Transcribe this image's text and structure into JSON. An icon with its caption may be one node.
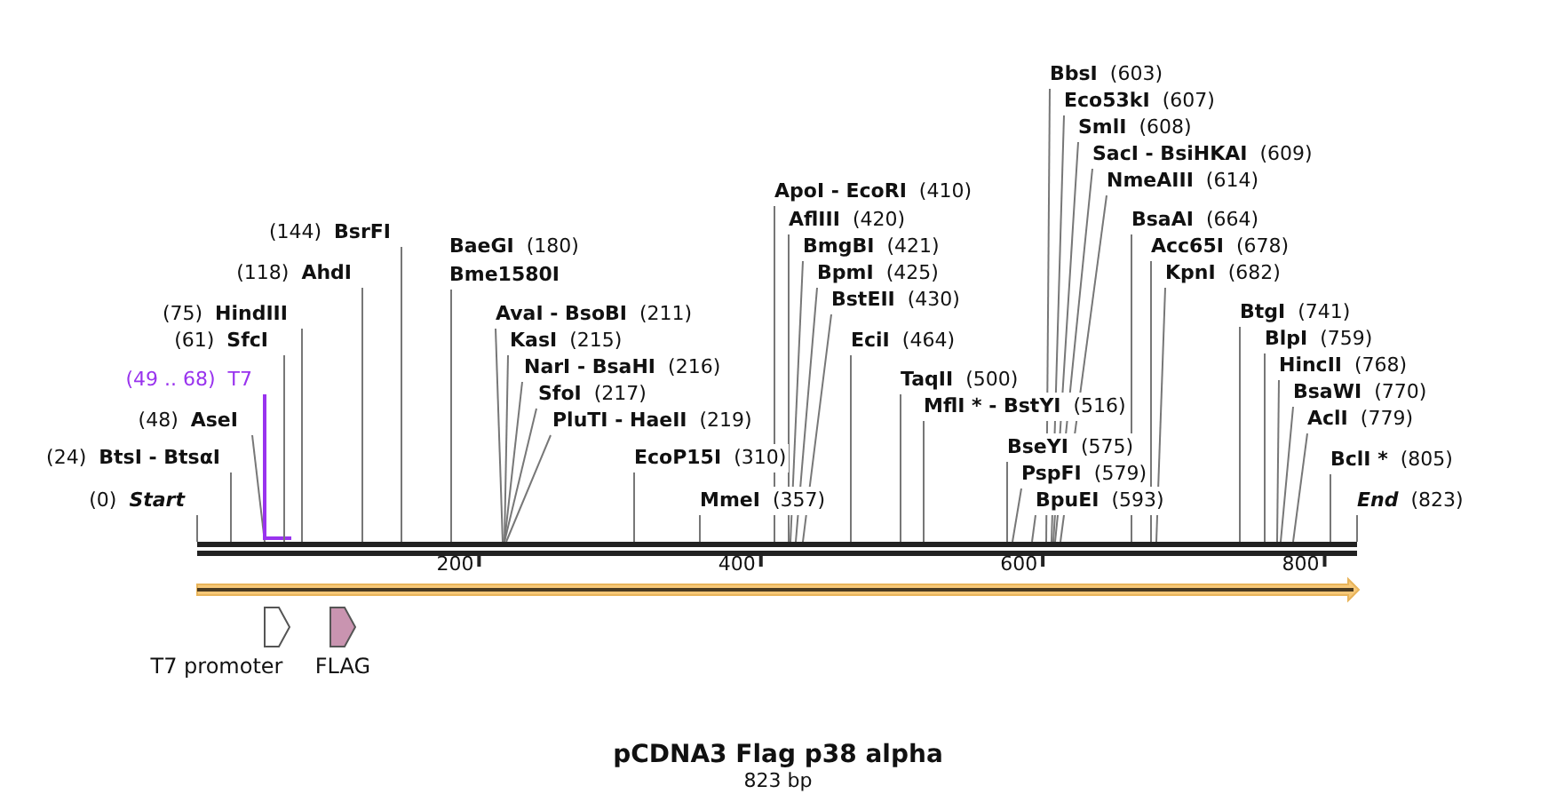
{
  "diagram": {
    "title": "pCDNA3 Flag p38 alpha",
    "caption": "823 bp",
    "nodes": [
      {
        "text": [
          "(0)",
          "Start"
        ]
      },
      {
        "text": [
          "(24)",
          "BtsI - BtsαI"
        ]
      },
      {
        "text": [
          "(48)",
          "AseI"
        ]
      },
      {
        "text": [
          "(49 .. 68)",
          "T7"
        ]
      },
      {
        "text": [
          "(61)",
          "SfcI"
        ]
      },
      {
        "text": [
          "(75)",
          "HindIII"
        ]
      },
      {
        "text": [
          "(118)",
          "AhdI"
        ]
      },
      {
        "text": [
          "(144)",
          "BsrFI"
        ]
      },
      {
        "text": [
          "BaeGI",
          "(180)",
          "Bme1580I"
        ]
      },
      {
        "text": [
          "AvaI - BsoBI",
          "(211)"
        ]
      },
      {
        "text": [
          "KasI",
          "(215)"
        ]
      },
      {
        "text": [
          "NarI - BsaHI",
          "(216)"
        ]
      },
      {
        "text": [
          "SfoI",
          "(217)"
        ]
      },
      {
        "text": [
          "PluTI - HaeII",
          "(219)"
        ]
      },
      {
        "text": [
          "EcoP15I",
          "(310)"
        ]
      },
      {
        "text": [
          "MmeI",
          "(357)"
        ]
      },
      {
        "text": [
          "ApoI - EcoRI",
          "(410)"
        ]
      },
      {
        "text": [
          "AflIII",
          "(420)"
        ]
      },
      {
        "text": [
          "BmgBI",
          "(421)"
        ]
      },
      {
        "text": [
          "BpmI",
          "(425)"
        ]
      },
      {
        "text": [
          "BstEII",
          "(430)"
        ]
      },
      {
        "text": [
          "EciI",
          "(464)"
        ]
      },
      {
        "text": [
          "TaqII",
          "(500)"
        ]
      },
      {
        "text": [
          "MflI * - BstYI",
          "(516)"
        ]
      },
      {
        "text": [
          "BseYI",
          "(575)"
        ]
      },
      {
        "text": [
          "PspFI",
          "(579)"
        ]
      },
      {
        "text": [
          "BpuEI",
          "(593)"
        ]
      },
      {
        "text": [
          "BbsI",
          "(603)"
        ]
      },
      {
        "text": [
          "Eco53kI",
          "(607)"
        ]
      },
      {
        "text": [
          "SmlI",
          "(608)"
        ]
      },
      {
        "text": [
          "SacI - BsiHKAI",
          "(609)"
        ]
      },
      {
        "text": [
          "NmeAIII",
          "(614)"
        ]
      },
      {
        "text": [
          "BsaAI",
          "(664)"
        ]
      },
      {
        "text": [
          "Acc65I",
          "(678)"
        ]
      },
      {
        "text": [
          "KpnI",
          "(682)"
        ]
      },
      {
        "text": [
          "BtgI",
          "(741)"
        ]
      },
      {
        "text": [
          "BlpI",
          "(759)"
        ]
      },
      {
        "text": [
          "HincII",
          "(768)"
        ]
      },
      {
        "text": [
          "BsaWI",
          "(770)"
        ]
      },
      {
        "text": [
          "AclI",
          "(779)"
        ]
      },
      {
        "text": [
          "BclI *",
          "(805)"
        ]
      },
      {
        "text": [
          "End",
          "(823)"
        ]
      },
      {
        "text": [],
        "shape": "bar"
      },
      {
        "text": [
          "T7 promoter"
        ]
      },
      {
        "text": [
          "FLAG"
        ]
      }
    ],
    "edges": [
      {
        "from": 0,
        "to": 42,
        "arrow": "none"
      },
      {
        "from": 1,
        "to": 42,
        "arrow": "none"
      },
      {
        "from": 2,
        "to": 42,
        "arrow": "none"
      },
      {
        "from": 3,
        "to": 42,
        "arrow": "none",
        "color": "#9933ee"
      },
      {
        "from": 4,
        "to": 42,
        "arrow": "none"
      },
      {
        "from": 5,
        "to": 42,
        "arrow": "none"
      },
      {
        "from": 6,
        "to": 42,
        "arrow": "none"
      },
      {
        "from": 7,
        "to": 42,
        "arrow": "none"
      },
      {
        "from": 8,
        "to": 42,
        "arrow": "none"
      },
      {
        "from": 9,
        "to": 42,
        "arrow": "none"
      },
      {
        "from": 10,
        "to": 42,
        "arrow": "none"
      },
      {
        "from": 11,
        "to": 42,
        "arrow": "none"
      },
      {
        "from": 12,
        "to": 42,
        "arrow": "none"
      },
      {
        "from": 13,
        "to": 42,
        "arrow": "none"
      },
      {
        "from": 14,
        "to": 42,
        "arrow": "none"
      },
      {
        "from": 15,
        "to": 42,
        "arrow": "none"
      },
      {
        "from": 16,
        "to": 42,
        "arrow": "none"
      },
      {
        "from": 17,
        "to": 42,
        "arrow": "none"
      },
      {
        "from": 18,
        "to": 42,
        "arrow": "none"
      },
      {
        "from": 19,
        "to": 42,
        "arrow": "none"
      },
      {
        "from": 20,
        "to": 42,
        "arrow": "none"
      },
      {
        "from": 21,
        "to": 42,
        "arrow": "none"
      },
      {
        "from": 22,
        "to": 42,
        "arrow": "none"
      },
      {
        "from": 23,
        "to": 42,
        "arrow": "none"
      },
      {
        "from": 24,
        "to": 42,
        "arrow": "none"
      },
      {
        "from": 25,
        "to": 42,
        "arrow": "none"
      },
      {
        "from": 26,
        "to": 42,
        "arrow": "none"
      },
      {
        "from": 27,
        "to": 42,
        "arrow": "none"
      },
      {
        "from": 28,
        "to": 42,
        "arrow": "none"
      },
      {
        "from": 29,
        "to": 42,
        "arrow": "none"
      },
      {
        "from": 30,
        "to": 42,
        "arrow": "none"
      },
      {
        "from": 31,
        "to": 42,
        "arrow": "none"
      },
      {
        "from": 32,
        "to": 42,
        "arrow": "none"
      },
      {
        "from": 33,
        "to": 42,
        "arrow": "none"
      },
      {
        "from": 34,
        "to": 42,
        "arrow": "none"
      },
      {
        "from": 35,
        "to": 42,
        "arrow": "none"
      },
      {
        "from": 36,
        "to": 42,
        "arrow": "none"
      },
      {
        "from": 37,
        "to": 42,
        "arrow": "none"
      },
      {
        "from": 38,
        "to": 42,
        "arrow": "none"
      },
      {
        "from": 39,
        "to": 42,
        "arrow": "none"
      },
      {
        "from": 40,
        "to": 42,
        "arrow": "none"
      },
      {
        "from": 41,
        "to": 42,
        "arrow": "none"
      }
    ],
    "labels": [
      "200",
      "400",
      "600",
      "800"
    ]
  }
}
